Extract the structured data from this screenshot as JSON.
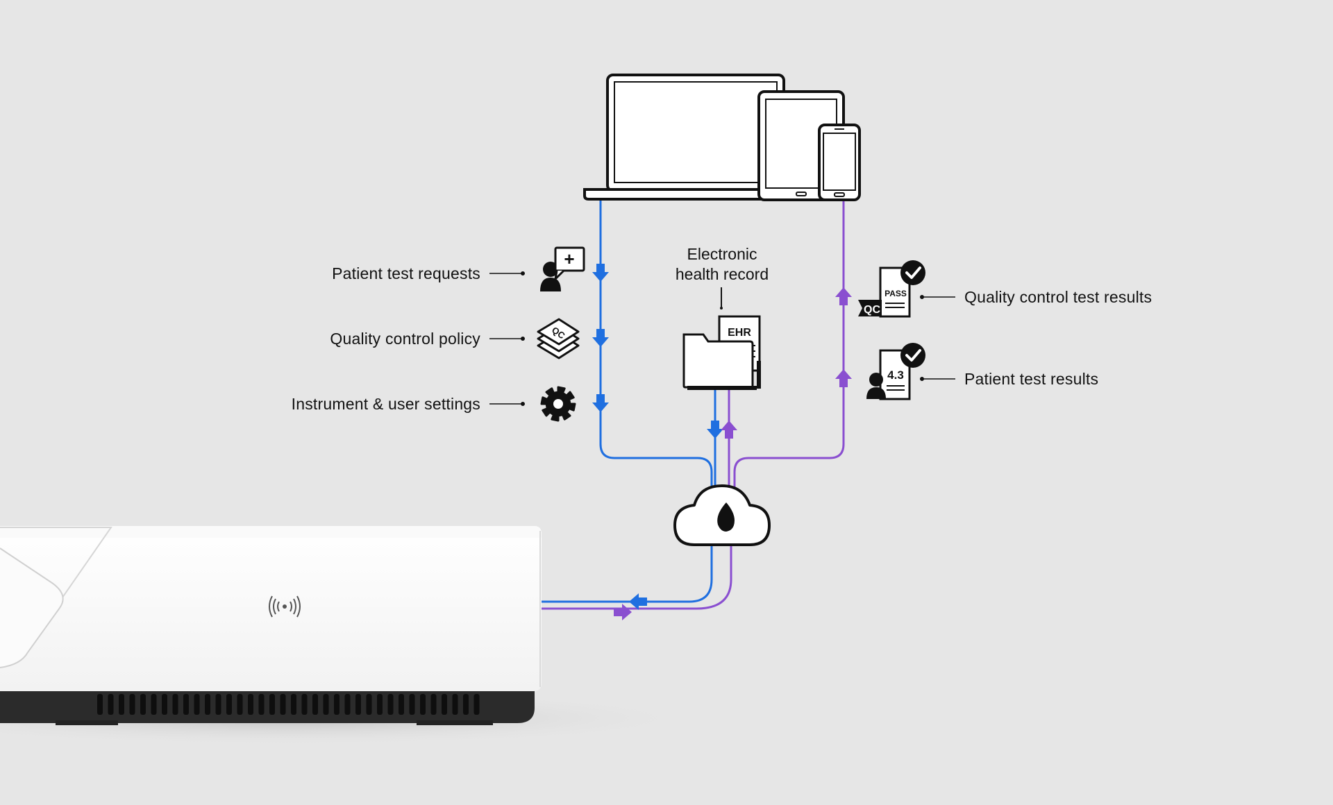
{
  "labels": {
    "patient_test_requests": "Patient test requests",
    "quality_control_policy": "Quality control policy",
    "instrument_user_settings": "Instrument & user settings",
    "ehr_line1": "Electronic",
    "ehr_line2": "health record",
    "quality_control_test_results": "Quality control test results",
    "patient_test_results": "Patient test results"
  },
  "icon_text": {
    "ehr_tag": "EHR",
    "qc_tag": "QC",
    "qc_layers": "QC",
    "pass_tag": "PASS",
    "result_value": "4.3",
    "plus": "+"
  },
  "colors": {
    "outbound": "#1f6fe0",
    "inbound": "#8a4fd0",
    "background": "#e6e6e6"
  }
}
